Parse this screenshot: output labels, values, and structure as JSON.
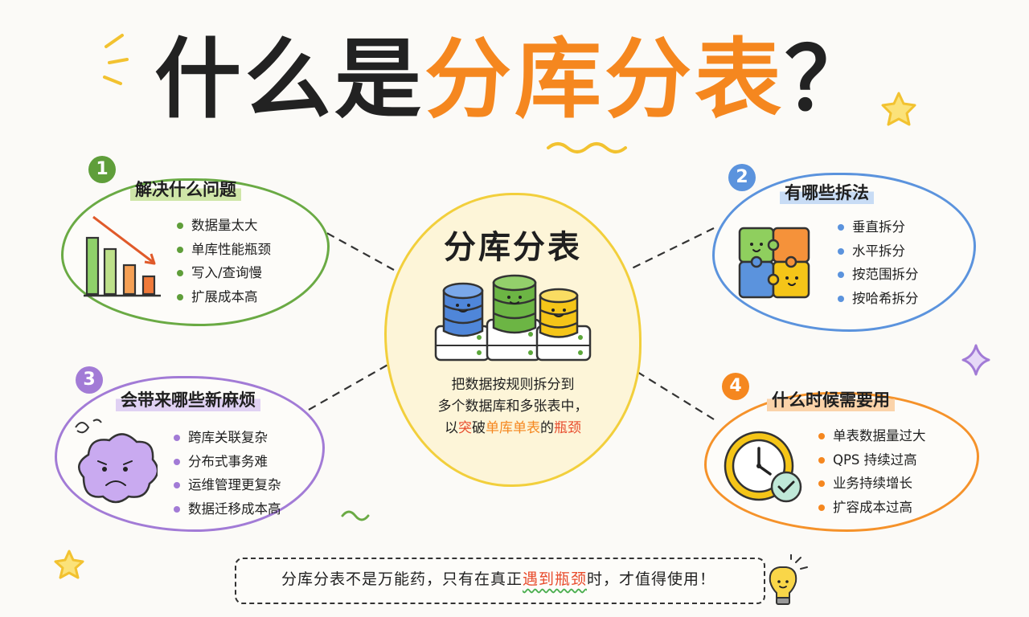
{
  "title": {
    "part1": "什么是",
    "part2": "分库分表",
    "part3": "？"
  },
  "center": {
    "title": "分库分表",
    "line1": "把数据按规则拆分到",
    "line2": "多个数据库和多张表中，",
    "line3_prefix": "以",
    "line3_red": "突",
    "line3_mid": "破",
    "line3_orange": "单库单表",
    "line3_mid2": "的",
    "line3_red2": "瓶颈"
  },
  "panels": [
    {
      "number": "1",
      "heading": "解决什么问题",
      "items": [
        "数据量太大",
        "单库性能瓶颈",
        "写入/查询慢",
        "扩展成本高"
      ]
    },
    {
      "number": "2",
      "heading": "有哪些拆法",
      "items": [
        "垂直拆分",
        "水平拆分",
        "按范围拆分",
        "按哈希拆分"
      ]
    },
    {
      "number": "3",
      "heading": "会带来哪些新麻烦",
      "items": [
        "跨库关联复杂",
        "分布式事务难",
        "运维管理更复杂",
        "数据迁移成本高"
      ]
    },
    {
      "number": "4",
      "heading": "什么时候需要用",
      "items": [
        "单表数据量过大",
        "QPS 持续过高",
        "业务持续增长",
        "扩容成本过高"
      ]
    }
  ],
  "note": {
    "prefix": "分库分表不是万能药，只有在真正",
    "highlight": "遇到瓶颈",
    "suffix": "时，才值得使用！"
  },
  "colors": {
    "orange": "#f5871f",
    "green": "#6aaa44",
    "blue": "#5b93dd",
    "purple": "#a27bd6",
    "yellow": "#f2cf3c"
  }
}
